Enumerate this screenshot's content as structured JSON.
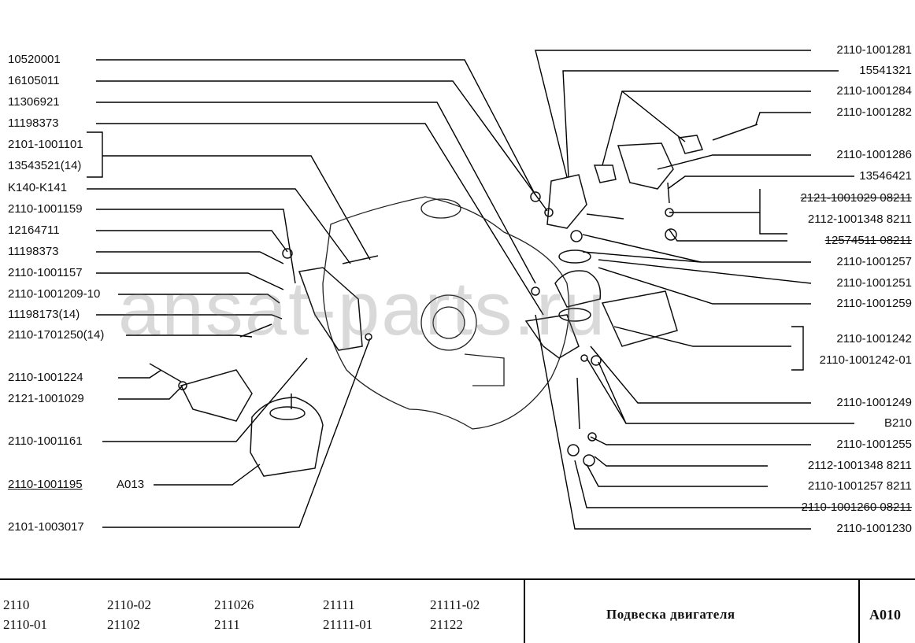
{
  "left_labels": [
    {
      "text": "10520001"
    },
    {
      "text": "16105011"
    },
    {
      "text": "11306921"
    },
    {
      "text": "11198373"
    },
    {
      "text": "2101-1001101"
    },
    {
      "text": "13543521(14)"
    },
    {
      "text": "K140-K141"
    },
    {
      "text": "2110-1001159"
    },
    {
      "text": "12164711"
    },
    {
      "text": "11198373"
    },
    {
      "text": "2110-1001157"
    },
    {
      "text": "2110-1001209-10"
    },
    {
      "text": "11198173(14)"
    },
    {
      "text": "2110-1701250(14)"
    },
    {
      "text": "2110-1001224"
    },
    {
      "text": "2121-1001029"
    },
    {
      "text": "2110-1001161"
    },
    {
      "text": "2110-1001195"
    },
    {
      "text": "A013"
    },
    {
      "text": "2101-1003017"
    }
  ],
  "right_labels": [
    {
      "text": "2110-1001281"
    },
    {
      "text": "15541321"
    },
    {
      "text": "2110-1001284"
    },
    {
      "text": "2110-1001282"
    },
    {
      "text": "2110-1001286"
    },
    {
      "text": "13546421"
    },
    {
      "text": "2121-1001029  08211"
    },
    {
      "text": "2112-1001348    8211"
    },
    {
      "text": "12574511  08211"
    },
    {
      "text": "2110-1001257"
    },
    {
      "text": "2110-1001251"
    },
    {
      "text": "2110-1001259"
    },
    {
      "text": "2110-1001242"
    },
    {
      "text": "2110-1001242-01"
    },
    {
      "text": "2110-1001249"
    },
    {
      "text": "B210"
    },
    {
      "text": "2110-1001255"
    },
    {
      "text": "2112-1001348  8211"
    },
    {
      "text": "2110-1001257  8211"
    },
    {
      "text": "2110-1001260  08211"
    },
    {
      "text": "2110-1001230"
    }
  ],
  "watermark": "ansat-parts.ru",
  "footer": {
    "models": [
      "2110",
      "2110-01",
      "2110-02",
      "21102",
      "211026",
      "2111",
      "21111",
      "21111-01",
      "21111-02",
      "21122"
    ],
    "title": "Подвеска двигателя",
    "code": "A010"
  }
}
